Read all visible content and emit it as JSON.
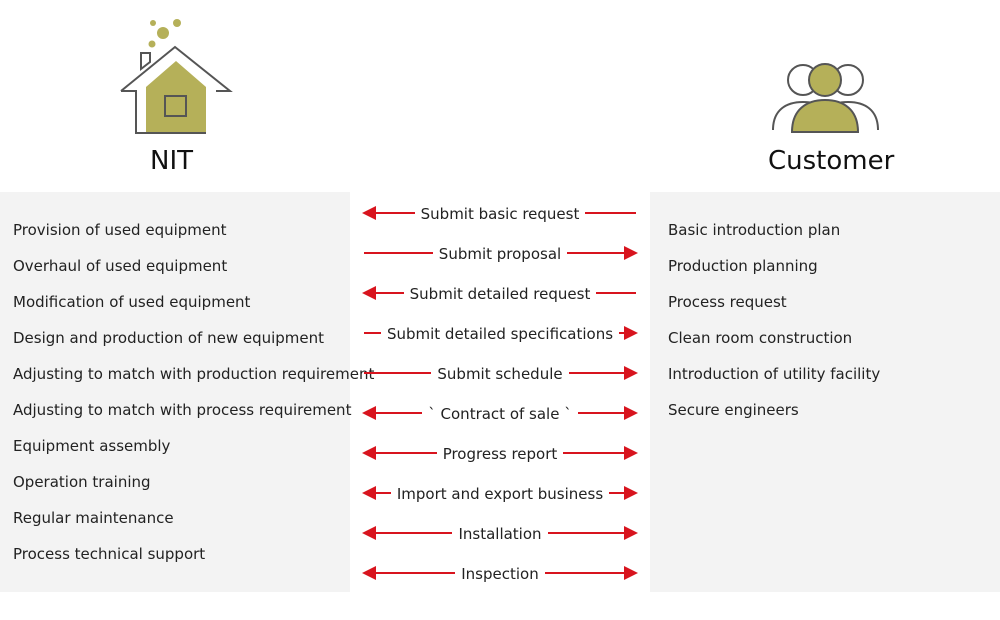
{
  "left": {
    "title": "NIT",
    "items": [
      "Provision of used equipment",
      "Overhaul of used equipment",
      "Modification of used equipment",
      "Design and production of new equipment",
      "Adjusting to match with production requirement",
      "Adjusting to match with process requirement",
      "Equipment assembly",
      "Operation training",
      "Regular maintenance",
      "Process technical support"
    ]
  },
  "right": {
    "title": "Customer",
    "items": [
      "Basic introduction plan",
      "Production planning",
      "Process request",
      "Clean room construction",
      "Introduction of utility facility",
      "Secure engineers"
    ]
  },
  "flows": [
    {
      "label": "Submit basic request",
      "direction": "to-left"
    },
    {
      "label": "Submit proposal",
      "direction": "to-right"
    },
    {
      "label": "Submit detailed request",
      "direction": "to-left"
    },
    {
      "label": "Submit detailed specifications",
      "direction": "to-right"
    },
    {
      "label": "Submit schedule",
      "direction": "to-right"
    },
    {
      "label": "` Contract of sale `",
      "direction": "both"
    },
    {
      "label": "Progress report",
      "direction": "both"
    },
    {
      "label": "Import and export business",
      "direction": "both"
    },
    {
      "label": "Installation",
      "direction": "both"
    },
    {
      "label": "Inspection",
      "direction": "both"
    }
  ],
  "colors": {
    "accent": "#b5b059",
    "arrow": "#d8141e",
    "panel": "#f3f3f3"
  },
  "icons": {
    "left": "house-icon",
    "right": "people-group-icon"
  }
}
